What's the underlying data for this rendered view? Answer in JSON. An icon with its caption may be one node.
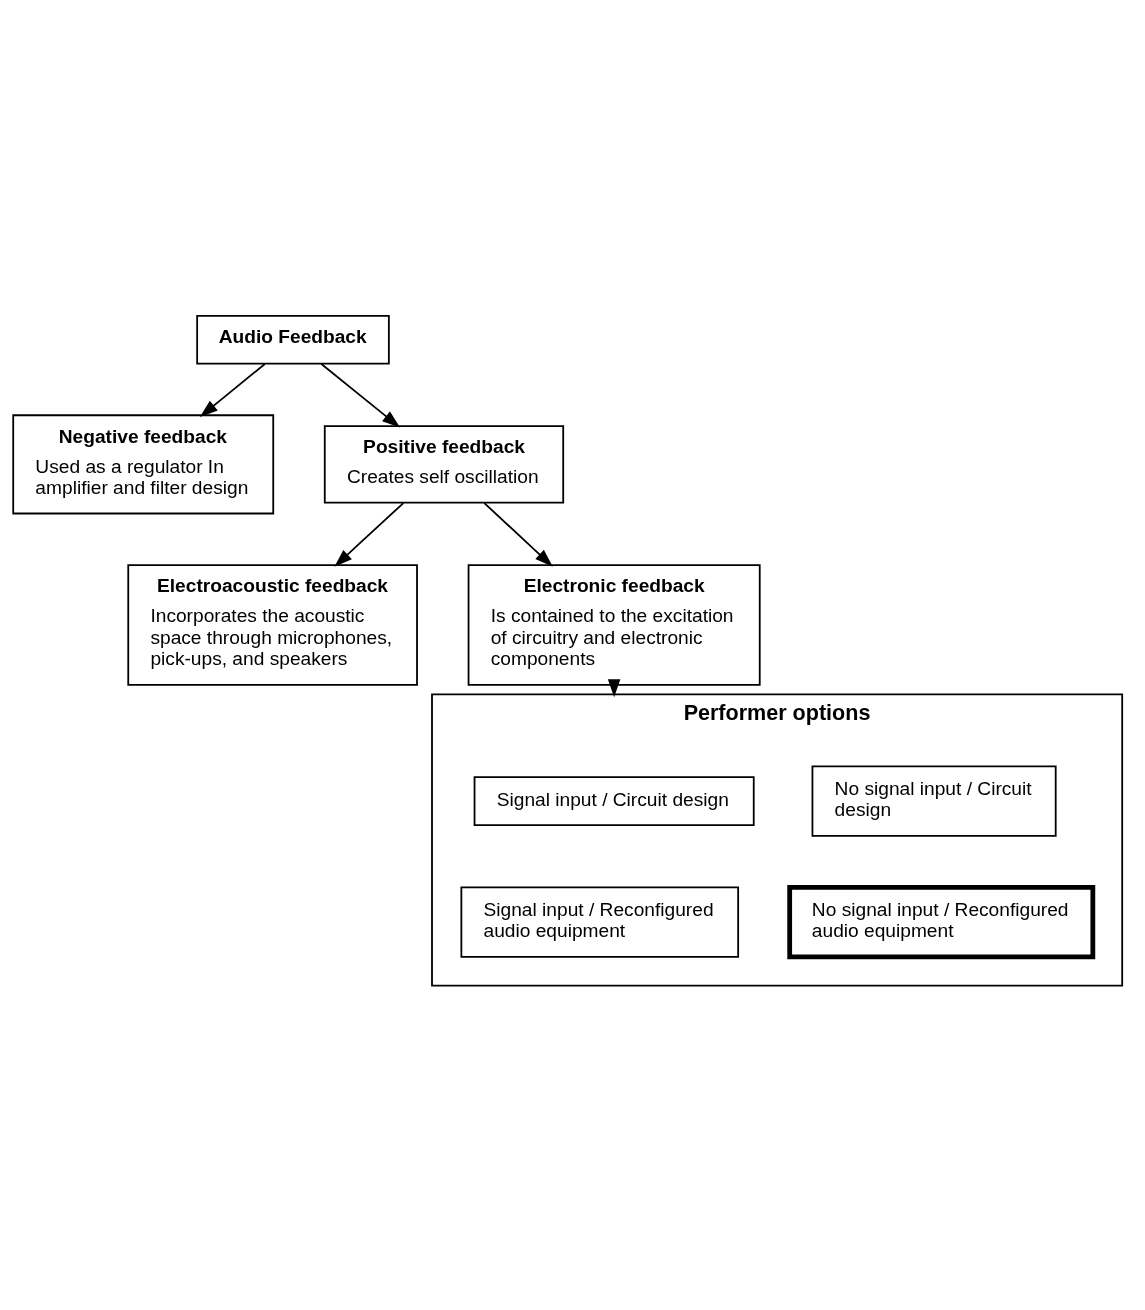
{
  "diagram": {
    "nodes": [
      {
        "text": [
          "Audio Feedback"
        ]
      },
      {
        "text": [
          "Negative feedback",
          "Used as a regulator In amplifier and filter design"
        ]
      },
      {
        "text": [
          "Positive feedback",
          "Creates self oscillation"
        ]
      },
      {
        "text": [
          "Electroacoustic feedback",
          "Incorporates the acoustic space through microphones, pick-ups, and speakers"
        ]
      },
      {
        "text": [
          "Electronic feedback",
          "Is contained to the excitation of circuitry and electronic components"
        ]
      },
      {
        "text": [
          "Performer options"
        ]
      },
      {
        "text": [
          "Signal input / Circuit design"
        ],
        "in": 5
      },
      {
        "text": [
          "No signal input / Circuit design"
        ],
        "in": 5
      },
      {
        "text": [
          "Signal input / Reconfigured audio equipment"
        ],
        "in": 5
      },
      {
        "text": [
          "No signal input / Reconfigured audio equipment"
        ],
        "in": 5
      }
    ],
    "edges": [
      {
        "from": 0,
        "to": 1,
        "arrow": "to"
      },
      {
        "from": 0,
        "to": 2,
        "arrow": "to"
      },
      {
        "from": 2,
        "to": 3,
        "arrow": "to"
      },
      {
        "from": 2,
        "to": 4,
        "arrow": "to"
      },
      {
        "from": 4,
        "to": 5,
        "arrow": "to"
      }
    ]
  }
}
